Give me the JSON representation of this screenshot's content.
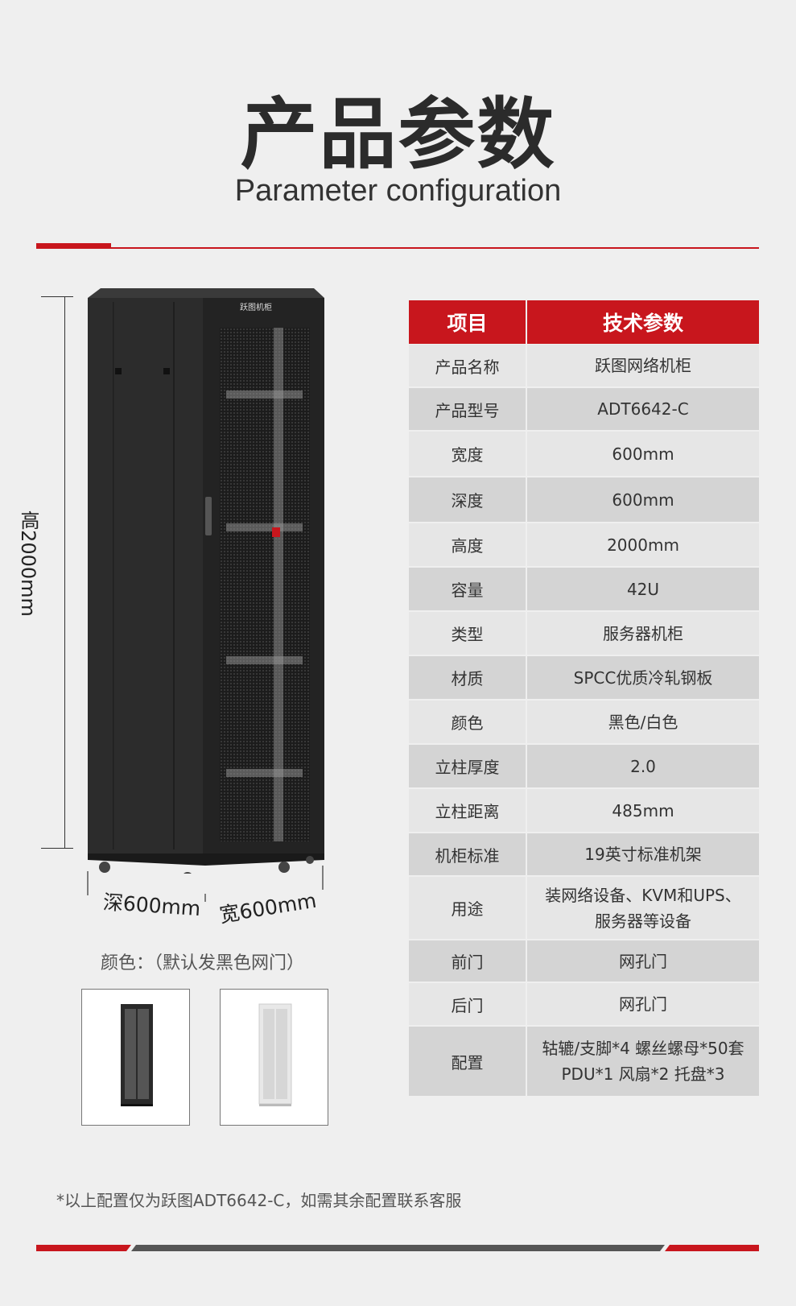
{
  "header": {
    "title_cn": "产品参数",
    "title_en": "Parameter configuration"
  },
  "dimensions": {
    "height": "高2000mm",
    "depth": "深600mm",
    "width": "宽600mm"
  },
  "cabinet_logo": "跃图机柜",
  "colors": {
    "label": "颜色：（默认发黑色网门）",
    "accent": "#c8161d"
  },
  "spec": {
    "header": [
      "项目",
      "技术参数"
    ],
    "rows": [
      {
        "item": "产品名称",
        "value": "跃图网络机柜"
      },
      {
        "item": "产品型号",
        "value": "ADT6642-C"
      },
      {
        "item": "宽度",
        "value": "600mm"
      },
      {
        "item": "深度",
        "value": "600mm"
      },
      {
        "item": "高度",
        "value": "2000mm"
      },
      {
        "item": "容量",
        "value": "42U"
      },
      {
        "item": "类型",
        "value": "服务器机柜"
      },
      {
        "item": "材质",
        "value": "SPCC优质冷轧钢板"
      },
      {
        "item": "颜色",
        "value": "黑色/白色"
      },
      {
        "item": "立柱厚度",
        "value": "2.0"
      },
      {
        "item": "立柱距离",
        "value": "485mm"
      },
      {
        "item": "机柜标准",
        "value": "19英寸标准机架"
      },
      {
        "item": "用途",
        "value": "装网络设备、KVM和UPS、\n服务器等设备"
      },
      {
        "item": "前门",
        "value": "网孔门"
      },
      {
        "item": "后门",
        "value": "网孔门"
      },
      {
        "item": "配置",
        "value": "轱辘/支脚*4 螺丝螺母*50套\nPDU*1 风扇*2  托盘*3"
      }
    ]
  },
  "footnote": "*以上配置仅为跃图ADT6642-C，如需其余配置联系客服"
}
